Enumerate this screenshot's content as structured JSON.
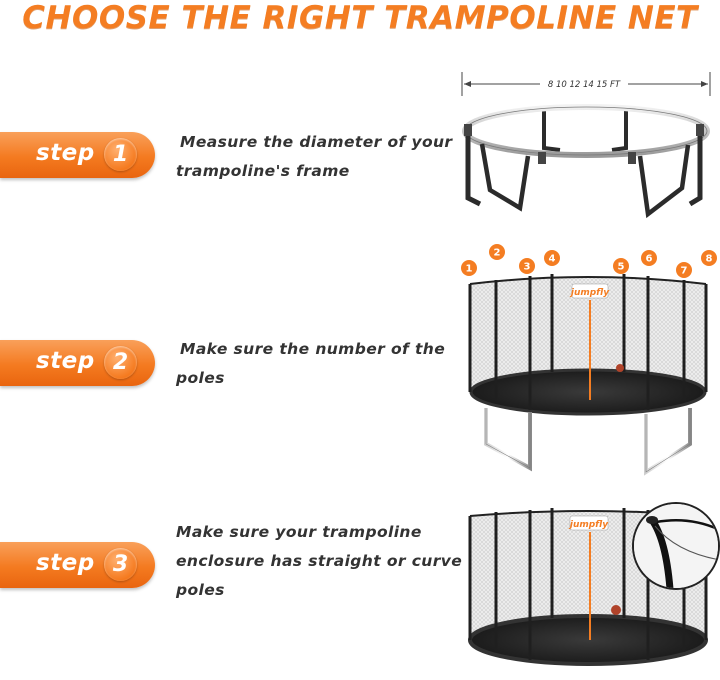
{
  "title": "CHOOSE THE RIGHT TRAMPOLINE NET",
  "steps": [
    {
      "word": "step",
      "number": "1",
      "lines": [
        "Measure the diameter of your",
        "trampoline's frame"
      ]
    },
    {
      "word": "step",
      "number": "2",
      "lines": [
        "Make sure the number of the",
        "poles"
      ]
    },
    {
      "word": "step",
      "number": "3",
      "lines": [
        "Make sure your trampoline",
        "enclosure has straight or curve",
        "poles"
      ]
    }
  ],
  "frame_dimension_label": "8 10 12 14  15 FT",
  "pole_numbers": [
    "1",
    "2",
    "3",
    "4",
    "5",
    "6",
    "7",
    "8"
  ],
  "brand": "jumpfly",
  "colors": {
    "accent": "#f47d22",
    "text": "#333333",
    "frame": "#2b2b2b",
    "mat": "#1c1c1c"
  }
}
